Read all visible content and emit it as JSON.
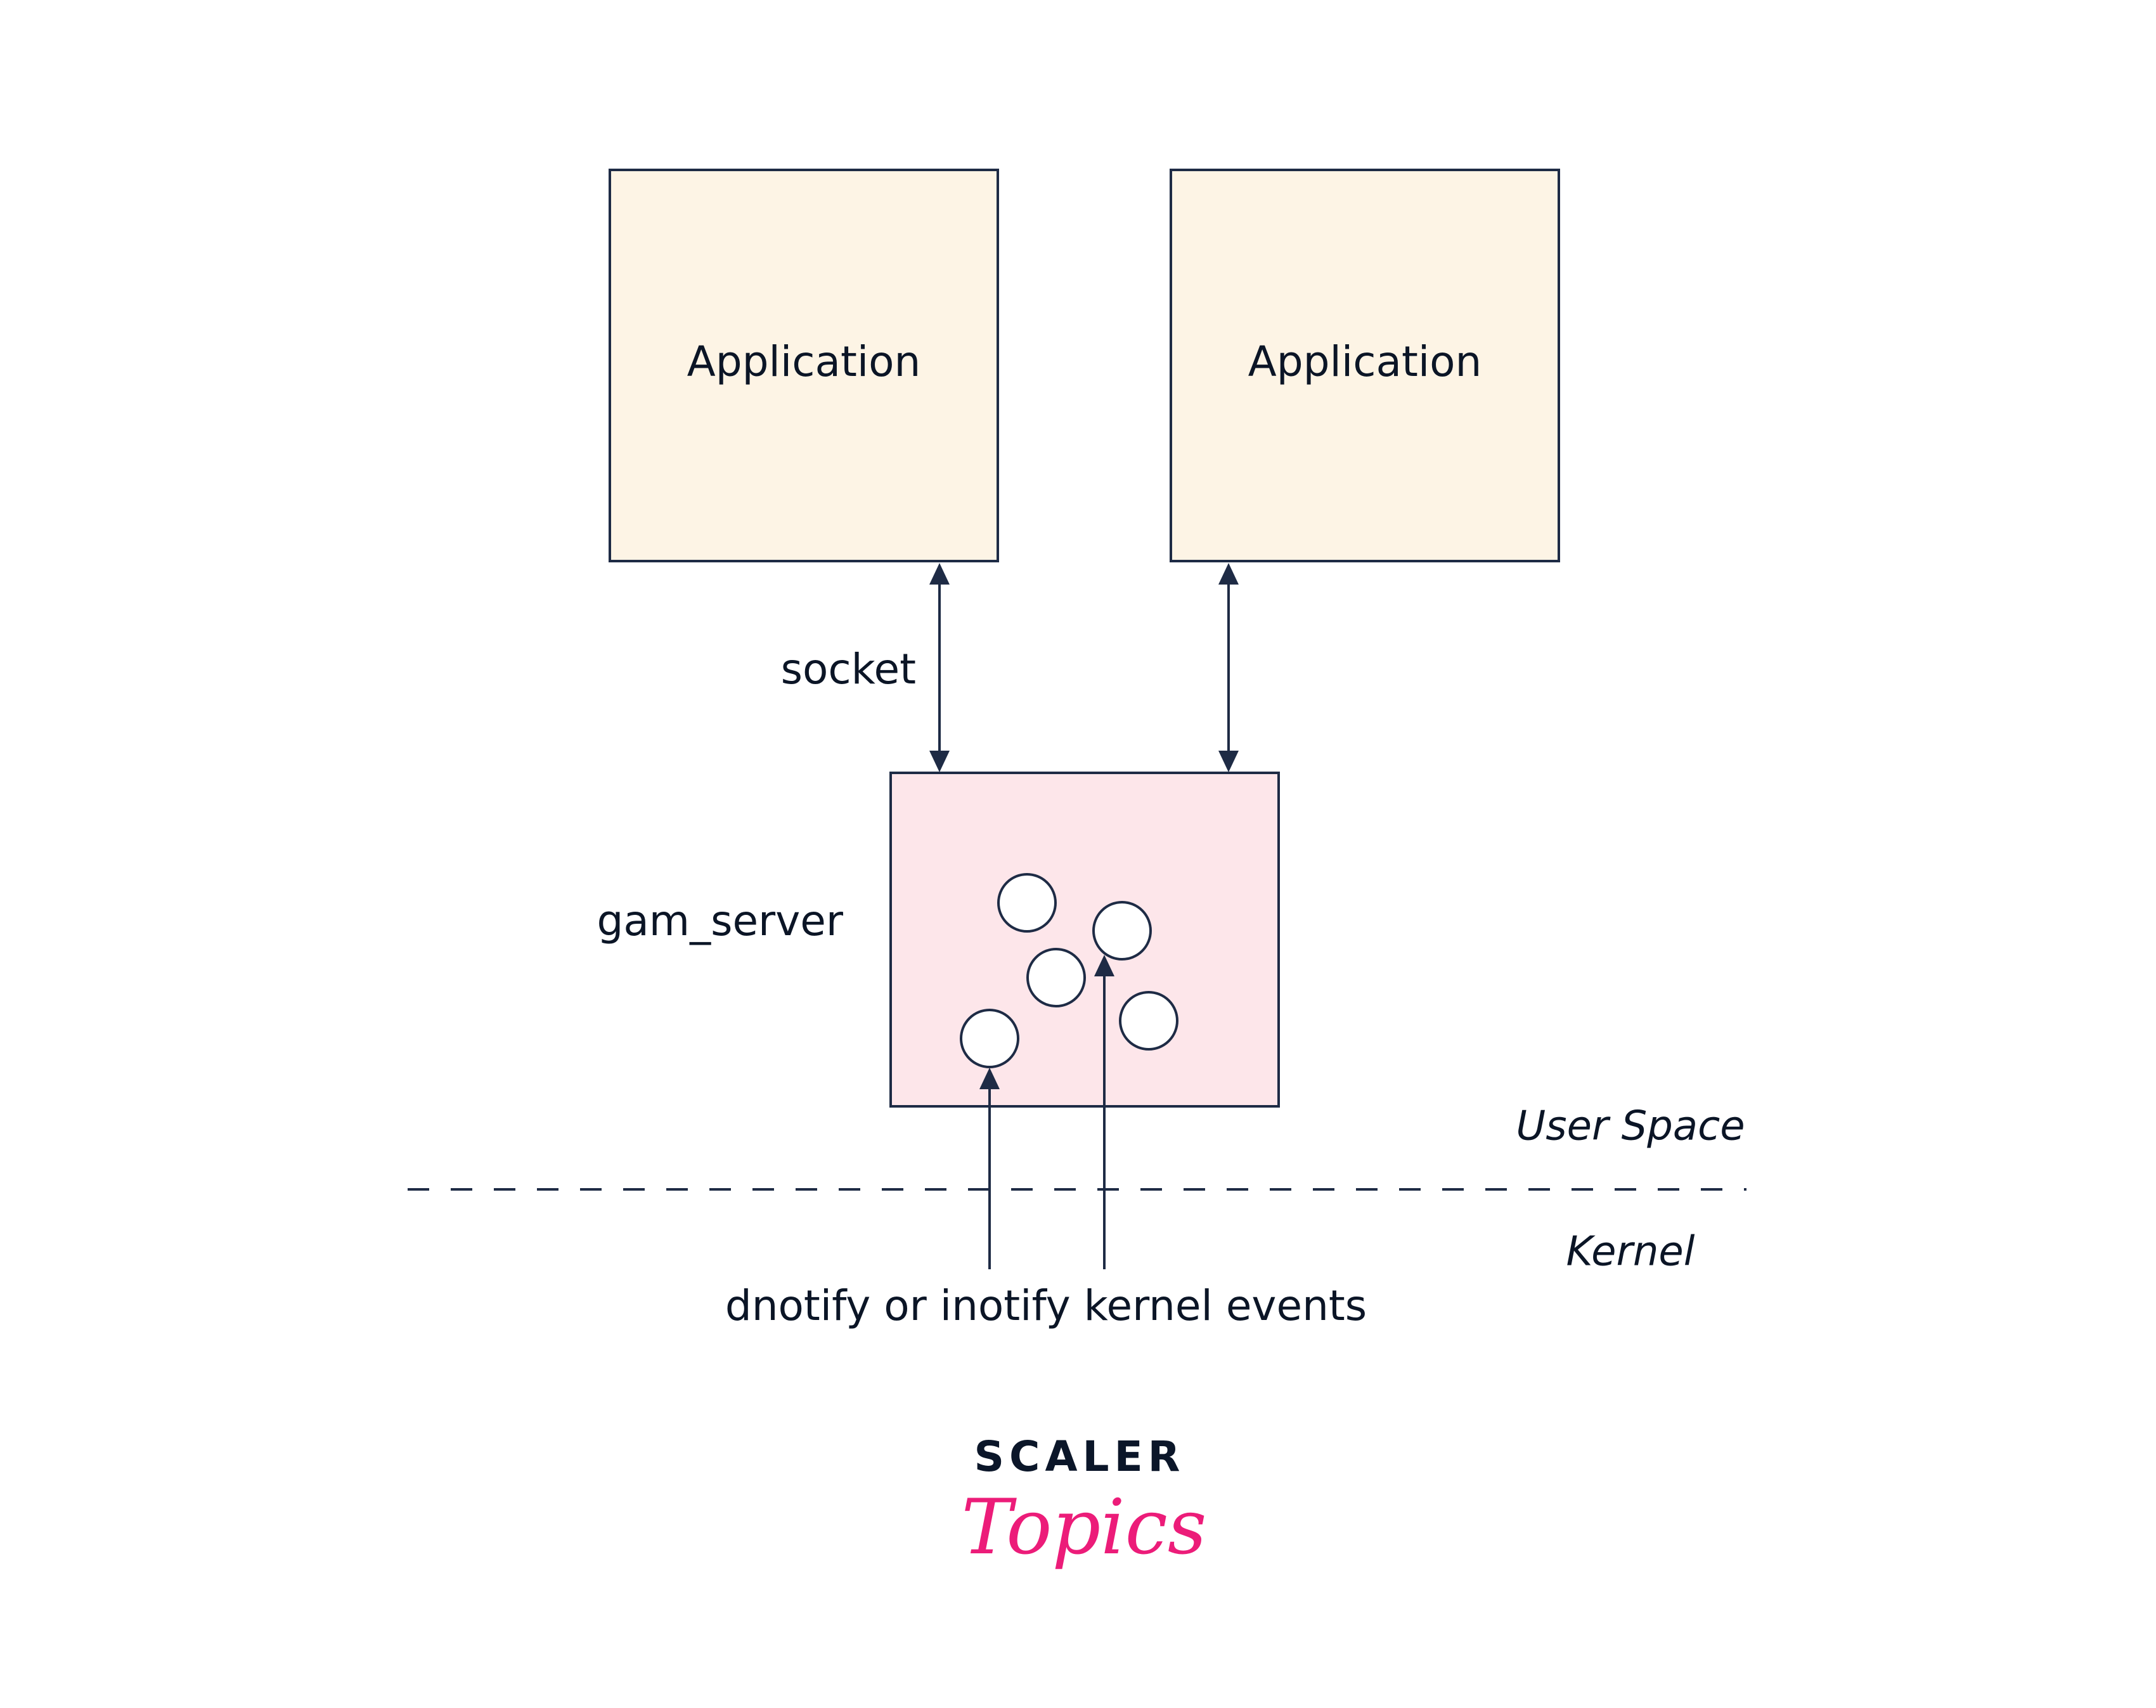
{
  "colors": {
    "stroke": "#1e2b45",
    "application_fill": "#fdf4e5",
    "server_fill": "#fde6ea",
    "logo_dark": "#0b1629",
    "logo_pink": "#ec1c79"
  },
  "applications": [
    {
      "label": "Application"
    },
    {
      "label": "Application"
    }
  ],
  "socket_label": "socket",
  "server_label": "gam_server",
  "user_space_label": "User Space",
  "kernel_label": "Kernel",
  "events_label": "dnotify or inotify kernel events",
  "logo": {
    "top": "SCALER",
    "bottom": "Topics"
  }
}
